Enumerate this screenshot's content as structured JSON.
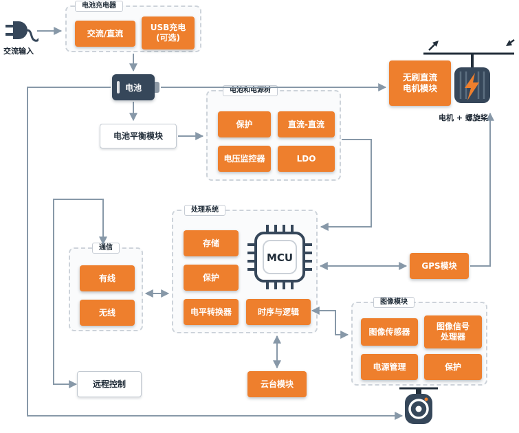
{
  "diagram": {
    "colors": {
      "accent": "#EE7F2D",
      "connector": "#8798A8",
      "dark_module": "#36475A"
    }
  },
  "ac_input": {
    "caption": "交流输入"
  },
  "charger": {
    "title": "电池充电器",
    "items": [
      {
        "label": "交流/直流"
      },
      {
        "label": "USB充电\n(可选)"
      }
    ]
  },
  "battery": {
    "label": "电池"
  },
  "balance": {
    "label": "电池平衡模块"
  },
  "power_tree": {
    "title": "电池和电源树",
    "items": [
      {
        "label": "保护"
      },
      {
        "label": "直流-直流"
      },
      {
        "label": "电压监控器"
      },
      {
        "label": "LDO"
      }
    ]
  },
  "motor": {
    "module_label": "无刷直流\n电机模块",
    "caption": "电机 + 螺旋桨"
  },
  "processing": {
    "title": "处理系统",
    "mcu_label": "MCU",
    "items": [
      {
        "label": "存储"
      },
      {
        "label": "保护"
      },
      {
        "label": "电平转换器"
      },
      {
        "label": "时序与逻辑"
      }
    ]
  },
  "communication": {
    "title": "通信",
    "items": [
      {
        "label": "有线"
      },
      {
        "label": "无线"
      }
    ]
  },
  "gps": {
    "label": "GPS模块"
  },
  "image_module": {
    "title": "图像模块",
    "items": [
      {
        "label": "图像传感器"
      },
      {
        "label": "图像信号\n处理器"
      },
      {
        "label": "电源管理"
      },
      {
        "label": "保护"
      }
    ]
  },
  "remote": {
    "label": "远程控制"
  },
  "gimbal": {
    "label": "云台模块"
  }
}
